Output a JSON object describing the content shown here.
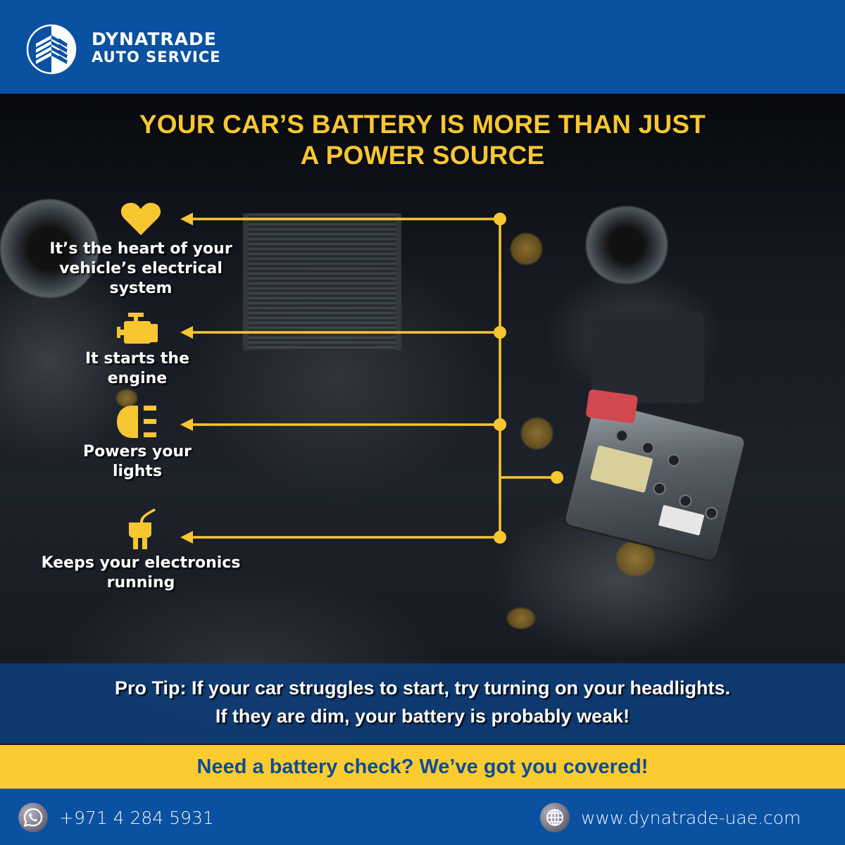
{
  "brand": {
    "name_line1": "DYNATRADE",
    "name_line2": "AUTO SERVICE",
    "logo_icon": "dynatrade-chevron-circle-logo"
  },
  "headline": {
    "line1": "YOUR CAR’S BATTERY IS MORE THAN JUST",
    "line2": "A POWER SOURCE"
  },
  "features": [
    {
      "icon": "heart-icon",
      "lines": [
        "It’s the heart of your",
        "vehicle’s electrical",
        "system"
      ]
    },
    {
      "icon": "engine-icon",
      "lines": [
        "It starts the",
        "engine"
      ]
    },
    {
      "icon": "headlight-icon",
      "lines": [
        "Powers your",
        "lights"
      ]
    },
    {
      "icon": "plug-icon",
      "lines": [
        "Keeps your electronics",
        "running"
      ]
    }
  ],
  "pro_tip": {
    "line1": "Pro Tip: If your car struggles to start, try turning on your headlights.",
    "line2": "If they are dim, your battery is probably weak!"
  },
  "cta": {
    "text": "Need a battery check? We’ve got you covered!"
  },
  "footer": {
    "phone": {
      "icon": "whatsapp-icon",
      "text": "+971 4 284 5931"
    },
    "website": {
      "icon": "globe-icon",
      "text": "www.dynatrade-uae.com"
    }
  },
  "colors": {
    "brand_blue": "#0a51a1",
    "accent_yellow": "#f8c631",
    "cta_yellow": "#fccb30",
    "cta_text_blue": "#0f4c94",
    "protip_band": "#0e3e7a"
  }
}
